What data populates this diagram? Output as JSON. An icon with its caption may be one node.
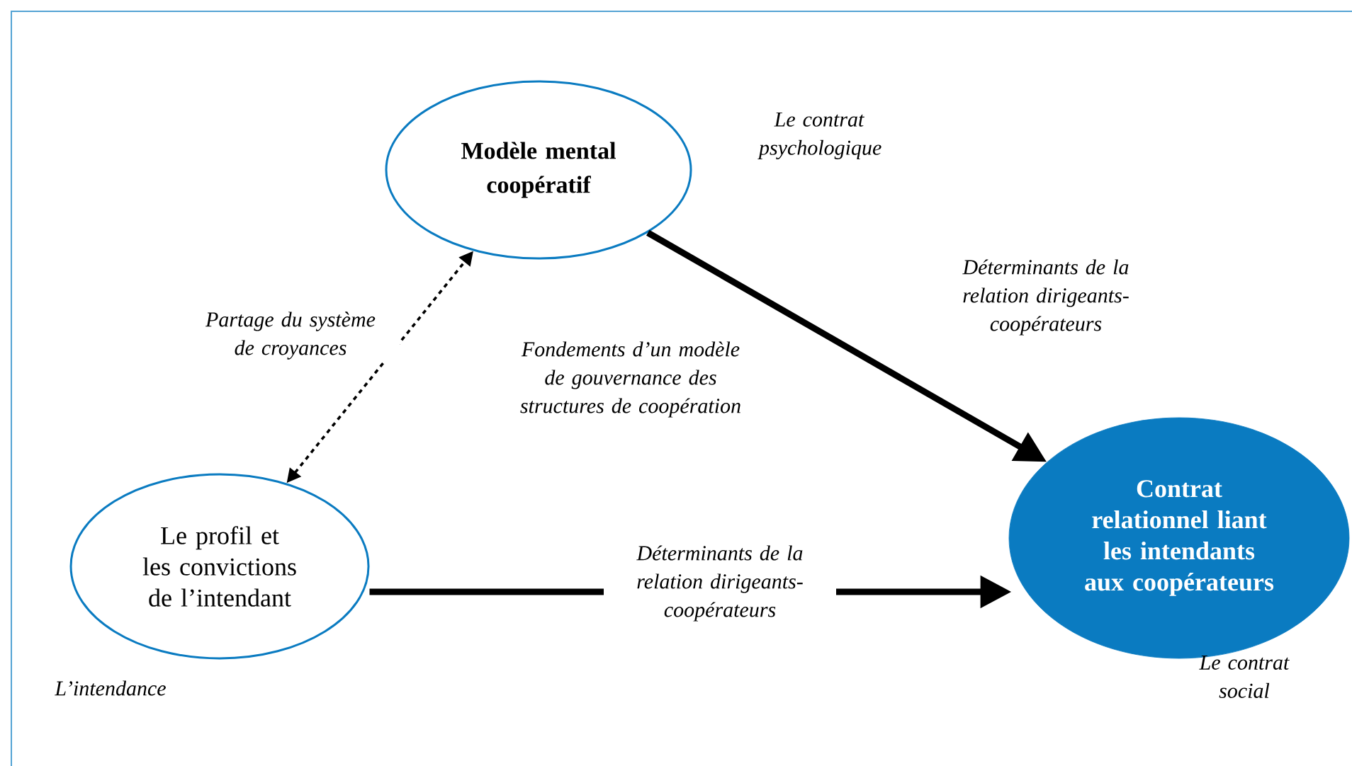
{
  "diagram": {
    "nodes": [
      {
        "text": [
          "Modèle mental coopératif"
        ],
        "beside": [
          "Le contrat psychologique"
        ]
      },
      {
        "text": [
          "Le profil et les convictions de l’intendant"
        ],
        "beside": [
          "L’intendance"
        ]
      },
      {
        "text": [
          "Contrat relationnel liant les intendants aux coopérateurs"
        ],
        "beside": [
          "Le contrat social"
        ]
      }
    ],
    "edges": [
      {
        "from": 0,
        "to": 2,
        "arrow": "to",
        "label": "Déterminants de la relation dirigeants-coopérateurs"
      },
      {
        "from": 1,
        "to": 2,
        "arrow": "to",
        "label": "Déterminants de la relation dirigeants-coopérateurs"
      },
      {
        "from": 1,
        "to": 0,
        "arrow": "both",
        "style": "dashed",
        "label": "Partage du système de croyances"
      }
    ],
    "labels": [
      "Fondements d’un modèle de gouvernance des structures de coopération"
    ]
  }
}
